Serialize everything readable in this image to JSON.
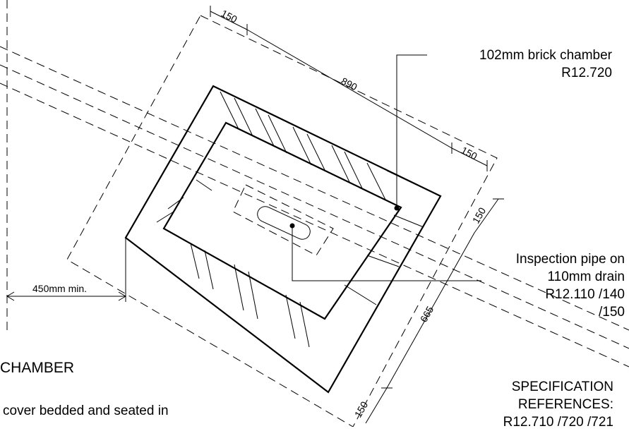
{
  "labels": {
    "brick_chamber": {
      "line1": "102mm brick chamber",
      "line2": "R12.720"
    },
    "inspection_pipe": {
      "line1": "Inspection pipe on",
      "line2": "110mm drain",
      "line3": "R12.110 /140",
      "line4": "/150"
    },
    "spec_refs": {
      "line1": "SPECIFICATION",
      "line2": "REFERENCES:",
      "line3": "R12.710 /720 /721"
    }
  },
  "dimensions": {
    "top_left_150": "150",
    "length_890": "890",
    "right_150": "150",
    "right_inner_150": "150",
    "width_665": "665",
    "bottom_150": "150",
    "clearance": "450mm min."
  },
  "heading": "CHAMBER",
  "note": "cover bedded and seated in"
}
